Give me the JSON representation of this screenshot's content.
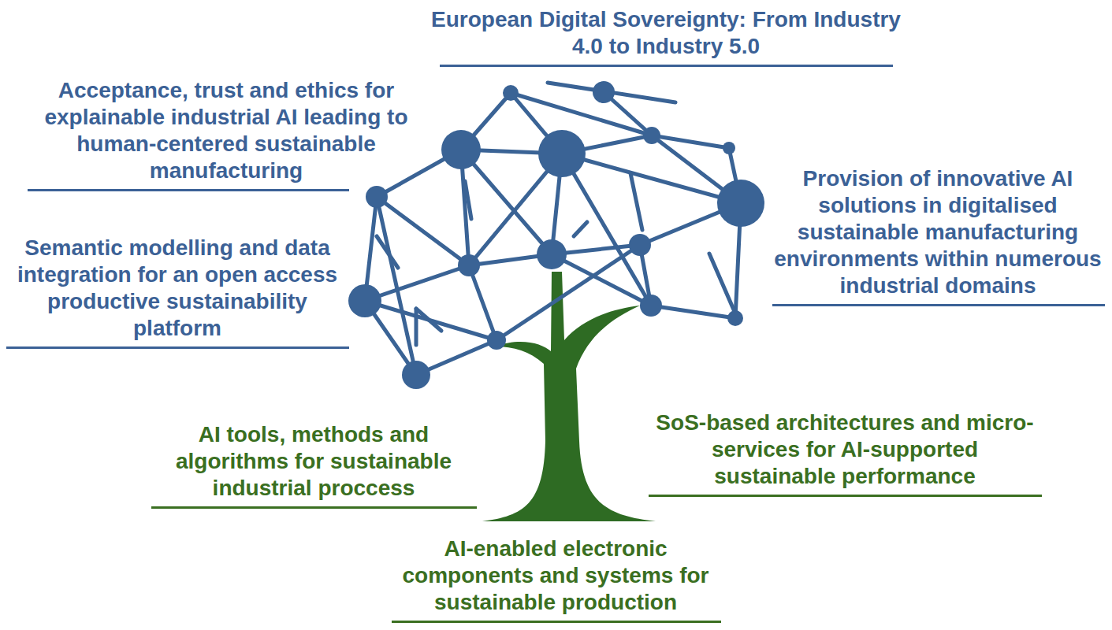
{
  "diagram": {
    "title": "European Digital Sovereignty: From Industry 4.0 to Industry 5.0",
    "labels": [
      "Acceptance, trust and ethics for explainable industrial AI leading to human-centered sustainable manufacturing",
      "Semantic modelling and data integration for an open access productive sustainability platform",
      "Provision of innovative AI solutions in digitalised sustainable manufacturing environments within numerous industrial domains",
      "AI tools, methods and algorithms for sustainable industrial proccess",
      "SoS-based architectures and micro-services for AI-supported sustainable performance",
      "AI-enabled electronic components and systems for sustainable production"
    ]
  }
}
